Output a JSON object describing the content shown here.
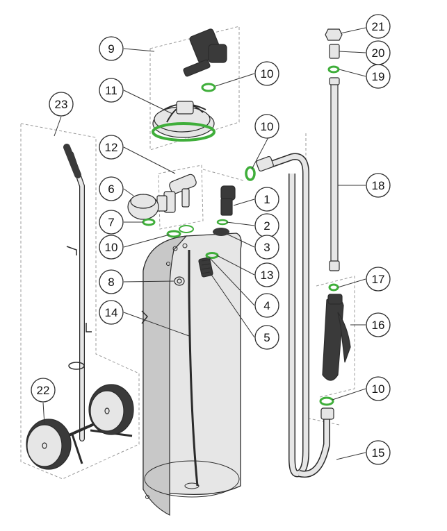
{
  "diagram": {
    "colors": {
      "outline": "#2b2b2b",
      "part_fill": "#e6e6e6",
      "part_shade": "#c8c8c8",
      "dark_part": "#3a3a3a",
      "seal_green": "#3fae3a",
      "leader": "#333333",
      "dashed_box": "#9a9a9a",
      "callout_fill": "#ffffff"
    },
    "callouts": [
      {
        "id": "c1",
        "label": "1"
      },
      {
        "id": "c2",
        "label": "2"
      },
      {
        "id": "c3",
        "label": "3"
      },
      {
        "id": "c4",
        "label": "4"
      },
      {
        "id": "c5",
        "label": "5"
      },
      {
        "id": "c6",
        "label": "6"
      },
      {
        "id": "c7",
        "label": "7"
      },
      {
        "id": "c8",
        "label": "8"
      },
      {
        "id": "c9",
        "label": "9"
      },
      {
        "id": "c10a",
        "label": "10"
      },
      {
        "id": "c10b",
        "label": "10"
      },
      {
        "id": "c10c",
        "label": "10"
      },
      {
        "id": "c10d",
        "label": "10"
      },
      {
        "id": "c11",
        "label": "11"
      },
      {
        "id": "c12",
        "label": "12"
      },
      {
        "id": "c13",
        "label": "13"
      },
      {
        "id": "c14",
        "label": "14"
      },
      {
        "id": "c15",
        "label": "15"
      },
      {
        "id": "c16",
        "label": "16"
      },
      {
        "id": "c17",
        "label": "17"
      },
      {
        "id": "c18",
        "label": "18"
      },
      {
        "id": "c19",
        "label": "19"
      },
      {
        "id": "c20",
        "label": "20"
      },
      {
        "id": "c21",
        "label": "21"
      },
      {
        "id": "c22",
        "label": "22"
      },
      {
        "id": "c23",
        "label": "23"
      }
    ]
  }
}
